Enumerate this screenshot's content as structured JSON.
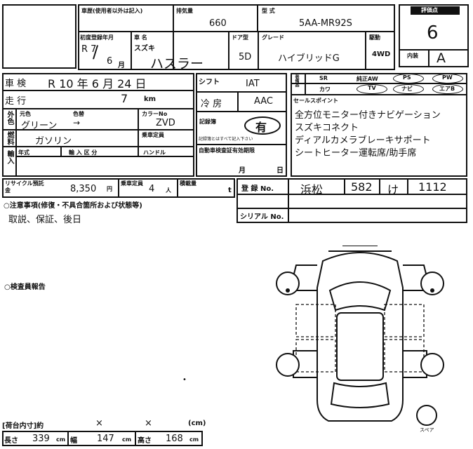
{
  "top": {
    "model_year_label": "車歴(使用者以外は記入)",
    "displacement_label": "排気量",
    "displacement": "660",
    "model_code_label": "型 式",
    "model_code": "5AA-MR92S",
    "first_reg_label": "初度登録年月",
    "first_reg_era": "R 7",
    "first_reg_month": "6",
    "month_unit": "月",
    "make_label": "車 名",
    "make": "スズキ",
    "car_name": "ハスラー",
    "doors_label": "ドア型",
    "doors": "5D",
    "grade_label": "グレード",
    "grade": "ハイブリッドG",
    "drive_label": "駆動",
    "drive": "4WD",
    "eval_label": "評価点",
    "eval_score": "6",
    "interior_label": "内装",
    "interior_grade": "A"
  },
  "row2": {
    "inspection_label": "車 検",
    "inspection": "R 10 年 6 月 24 日",
    "shift_label": "シフト",
    "shift": "IAT",
    "mileage_label": "走 行",
    "mileage": "7",
    "mileage_unit": "km",
    "ac_label": "冷 房",
    "ac": "AAC",
    "color_label": "外色",
    "color_orig_label": "元色",
    "color_change_label": "色替",
    "color": "グリーン",
    "color_code_label": "カラーNo",
    "color_code": "ZVD",
    "fuel_label": "燃料",
    "fuel": "ガソリン",
    "cap_label": "乗車定員",
    "record_label": "記録簿",
    "record": "有",
    "record_note": "記録簿とはすべて記入下さい",
    "import_label": "輸入",
    "import_year_label": "年式",
    "import_class_label": "輸 入 区 分",
    "handle_label": "ハンドル",
    "recycle_label": "リサイクル預託金",
    "recycle_amount": "8,350",
    "yen": "円",
    "capacity": "4",
    "person_unit": "人",
    "load_label": "積載量",
    "ton_unit": "t",
    "inspection_valid_label": "自動車検査証有効期限",
    "month": "月",
    "day": "日"
  },
  "equipment": {
    "label": "装備品",
    "items_row1": [
      "SR",
      "純正AW",
      "PS",
      "PW"
    ],
    "items_row2": [
      "カワ",
      "TV",
      "ナビ",
      "エアB"
    ]
  },
  "sales_points": {
    "label": "セールスポイント",
    "lines": [
      "全方位モニター付きナビゲーション",
      "スズキコネクト",
      "ディアルカメラブレーキサポート",
      "シートヒーター運転席/助手席"
    ]
  },
  "registration": {
    "label": "登 録 No.",
    "city": "浜松",
    "class": "582",
    "kana": "け",
    "number": "1112",
    "serial_label": "シリアル No."
  },
  "notes": {
    "label": "○注意事項(修復・不具合箇所および状態等)",
    "text": "取説、保証、後日"
  },
  "inspector": {
    "label": "○検査員報告"
  },
  "dims": {
    "cargo_label": "[荷台内寸]約",
    "x": "×",
    "unit_cm": "(cm)",
    "length_label": "長さ",
    "length": "339",
    "width_label": "幅",
    "width": "147",
    "height_label": "高さ",
    "height": "168",
    "cm": "cm"
  },
  "diagram": {
    "spare_label": "スペア"
  }
}
